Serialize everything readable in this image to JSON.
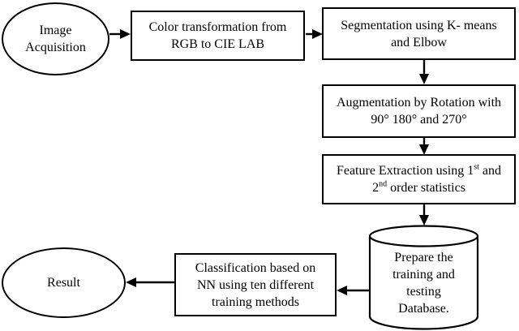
{
  "diagram": {
    "type": "flowchart",
    "colors": {
      "stroke": "#000000",
      "background": "#ffffff",
      "text": "#000000"
    },
    "nodes": {
      "image_acquisition": {
        "shape": "ellipse",
        "lines": [
          "Image",
          "Acquisition"
        ]
      },
      "color_transform": {
        "shape": "rectangle",
        "lines": [
          "Color transformation from",
          "RGB to CIE LAB"
        ]
      },
      "segmentation": {
        "shape": "rectangle",
        "lines": [
          "Segmentation using K- means",
          "and Elbow"
        ]
      },
      "augmentation": {
        "shape": "rectangle",
        "lines": [
          "Augmentation by Rotation with",
          "90° 180° and 270°"
        ]
      },
      "feature_extraction": {
        "shape": "rectangle",
        "line1_prefix": "Feature Extraction using 1",
        "line1_sup": "st",
        "line1_suffix": " and",
        "line2_prefix": "2",
        "line2_sup": "nd",
        "line2_suffix": " order statistics"
      },
      "database": {
        "shape": "cylinder",
        "lines": [
          "Prepare the",
          "training and",
          "testing",
          "Database."
        ]
      },
      "classification": {
        "shape": "rectangle",
        "lines": [
          "Classification based on",
          "NN using ten different",
          "training methods"
        ]
      },
      "result": {
        "shape": "ellipse",
        "lines": [
          "Result"
        ]
      }
    },
    "edges": [
      {
        "from": "image_acquisition",
        "to": "color_transform"
      },
      {
        "from": "color_transform",
        "to": "segmentation"
      },
      {
        "from": "segmentation",
        "to": "augmentation"
      },
      {
        "from": "augmentation",
        "to": "feature_extraction"
      },
      {
        "from": "feature_extraction",
        "to": "database"
      },
      {
        "from": "database",
        "to": "classification"
      },
      {
        "from": "classification",
        "to": "result"
      }
    ]
  }
}
